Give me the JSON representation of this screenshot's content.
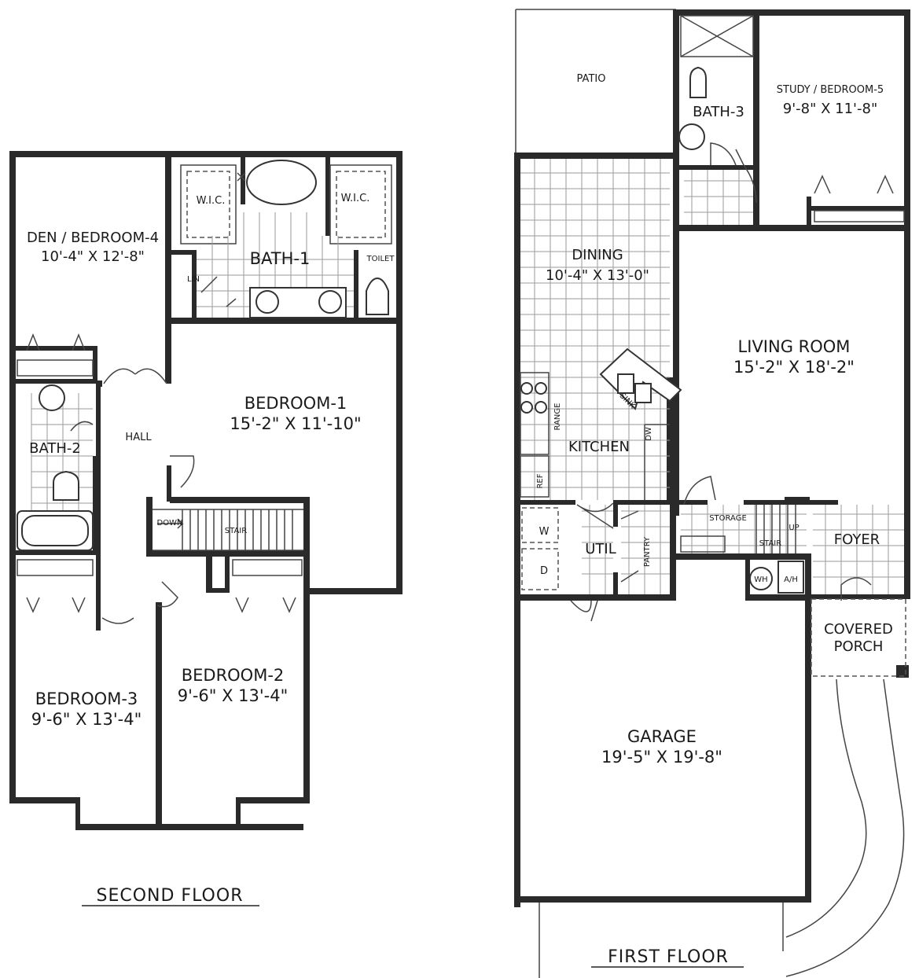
{
  "second_floor": {
    "title": "SECOND FLOOR",
    "rooms": {
      "den": {
        "name": "DEN / BEDROOM-4",
        "dims": "10'-4\" X 12'-8\""
      },
      "bath1": {
        "name": "BATH-1"
      },
      "wic_left": {
        "name": "W.I.C."
      },
      "wic_right": {
        "name": "W.I.C."
      },
      "toilet": {
        "name": "TOILET"
      },
      "lin": {
        "name": "LIN"
      },
      "bedroom1": {
        "name": "BEDROOM-1",
        "dims": "15'-2\" X 11'-10\""
      },
      "hall": {
        "name": "HALL"
      },
      "bath2": {
        "name": "BATH-2"
      },
      "stair": {
        "name": "STAIR"
      },
      "down": {
        "name": "DOWN"
      },
      "bedroom2": {
        "name": "BEDROOM-2",
        "dims": "9'-6\" X 13'-4\""
      },
      "bedroom3": {
        "name": "BEDROOM-3",
        "dims": "9'-6\" X 13'-4\""
      }
    }
  },
  "first_floor": {
    "title": "FIRST FLOOR",
    "rooms": {
      "patio": {
        "name": "PATIO"
      },
      "bath3": {
        "name": "BATH-3"
      },
      "study": {
        "name": "STUDY / BEDROOM-5",
        "dims": "9'-8\" X 11'-8\""
      },
      "dining": {
        "name": "DINING",
        "dims": "10'-4\" X 13'-0\""
      },
      "living": {
        "name": "LIVING ROOM",
        "dims": "15'-2\" X 18'-2\""
      },
      "kitchen": {
        "name": "KITCHEN"
      },
      "range": {
        "name": "RANGE"
      },
      "ref": {
        "name": "REF"
      },
      "sink": {
        "name": "SINK"
      },
      "dw": {
        "name": "DW"
      },
      "util": {
        "name": "UTIL"
      },
      "pantry": {
        "name": "PANTRY"
      },
      "washer": {
        "name": "W"
      },
      "dryer": {
        "name": "D"
      },
      "storage": {
        "name": "STORAGE"
      },
      "stair": {
        "name": "STAIR"
      },
      "up": {
        "name": "UP"
      },
      "foyer": {
        "name": "FOYER"
      },
      "wh": {
        "name": "WH"
      },
      "ah": {
        "name": "A/H"
      },
      "porch": {
        "name": "COVERED PORCH",
        "line1": "COVERED",
        "line2": "PORCH"
      },
      "garage": {
        "name": "GARAGE",
        "dims": "19'-5\" X 19'-8\""
      }
    }
  }
}
